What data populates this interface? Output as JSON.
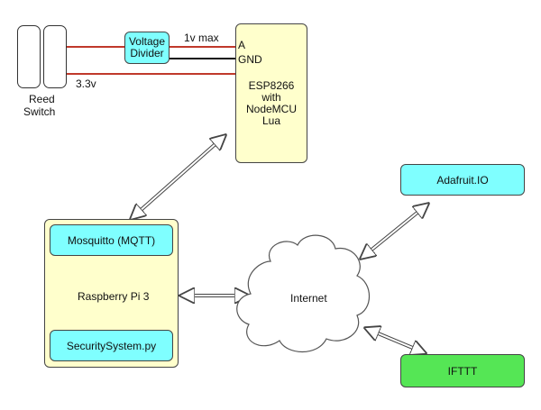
{
  "colors": {
    "cyan": "#7fffff",
    "yellow": "#ffffcc",
    "green": "#55e655",
    "wire_red": "#c0392b",
    "wire_black": "#111111"
  },
  "reed_switch": {
    "line1": "Reed",
    "line2": "Switch"
  },
  "voltage_divider": {
    "line1": "Voltage",
    "line2": "Divider"
  },
  "wire_labels": {
    "max": "1v max",
    "supply": "3.3v"
  },
  "esp": {
    "pin_a": "A",
    "pin_gnd": "GND",
    "line1": "ESP8266",
    "line2": "with NodeMCU",
    "line3": "Lua"
  },
  "rpi": {
    "label": "Raspberry Pi 3",
    "mosquitto": "Mosquitto (MQTT)",
    "security": "SecuritySystem.py"
  },
  "cloud": {
    "label": "Internet"
  },
  "adafruit": {
    "label": "Adafruit.IO"
  },
  "ifttt": {
    "label": "IFTTT"
  }
}
